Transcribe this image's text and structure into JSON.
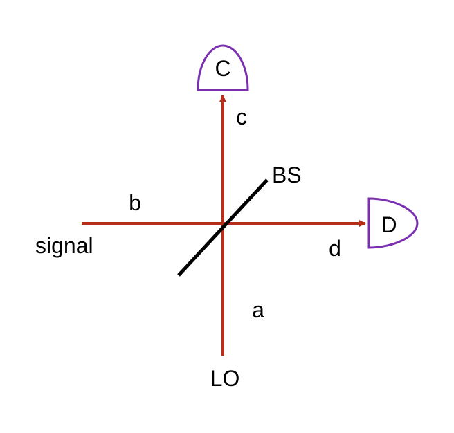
{
  "labels": {
    "detector_c": "C",
    "detector_d": "D",
    "port_a": "a",
    "port_b": "b",
    "port_c": "c",
    "port_d": "d",
    "beam_splitter": "BS",
    "signal_input": "signal",
    "lo_input": "LO"
  },
  "colors": {
    "beam": "#b5301c",
    "detector_outline": "#7a2fb0",
    "beam_splitter": "#000000",
    "text": "#000000",
    "background": "#ffffff"
  }
}
